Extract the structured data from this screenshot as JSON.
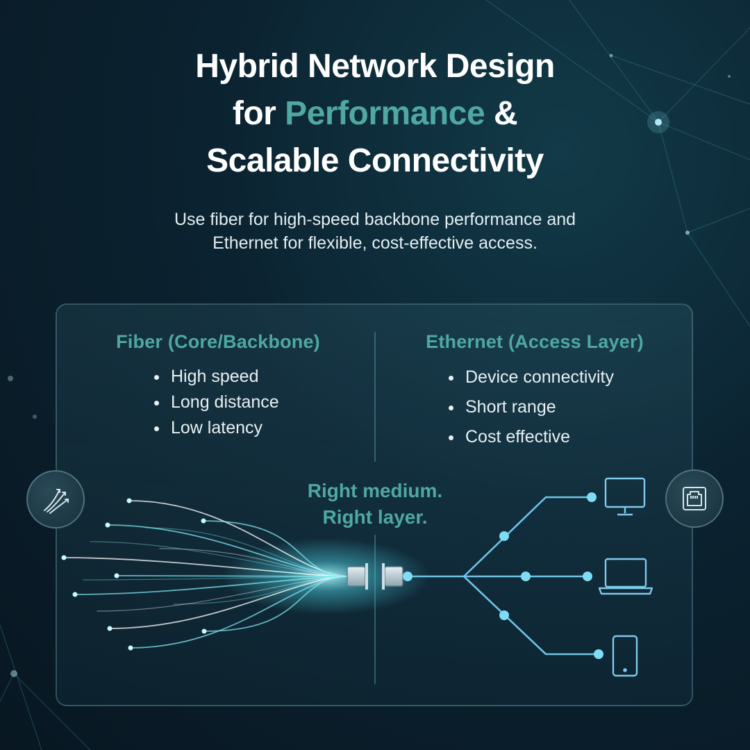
{
  "title": {
    "line1": "Hybrid Network Design",
    "line2_prefix": "for ",
    "line2_accent": "Performance",
    "line2_suffix": " &",
    "line3": "Scalable Connectivity"
  },
  "subtitle": {
    "line1": "Use fiber for high-speed backbone performance and",
    "line2": "Ethernet for flexible, cost-effective access."
  },
  "fiber": {
    "heading": "Fiber (Core/Backbone)",
    "items": [
      "High speed",
      "Long distance",
      "Low latency"
    ],
    "icon": "fiber-optic-icon"
  },
  "ethernet": {
    "heading": "Ethernet (Access Layer)",
    "items": [
      "Device connectivity",
      "Short range",
      "Cost effective"
    ],
    "icon": "ethernet-port-icon"
  },
  "tagline": {
    "line1": "Right medium.",
    "line2": "Right layer."
  },
  "devices": [
    "desktop-monitor-icon",
    "laptop-icon",
    "smartphone-icon"
  ],
  "colors": {
    "accent": "#4fa8a3",
    "fiber_glow": "#7fe6f0",
    "ethernet_line": "#6fc4e8",
    "background": "#0b2230"
  }
}
